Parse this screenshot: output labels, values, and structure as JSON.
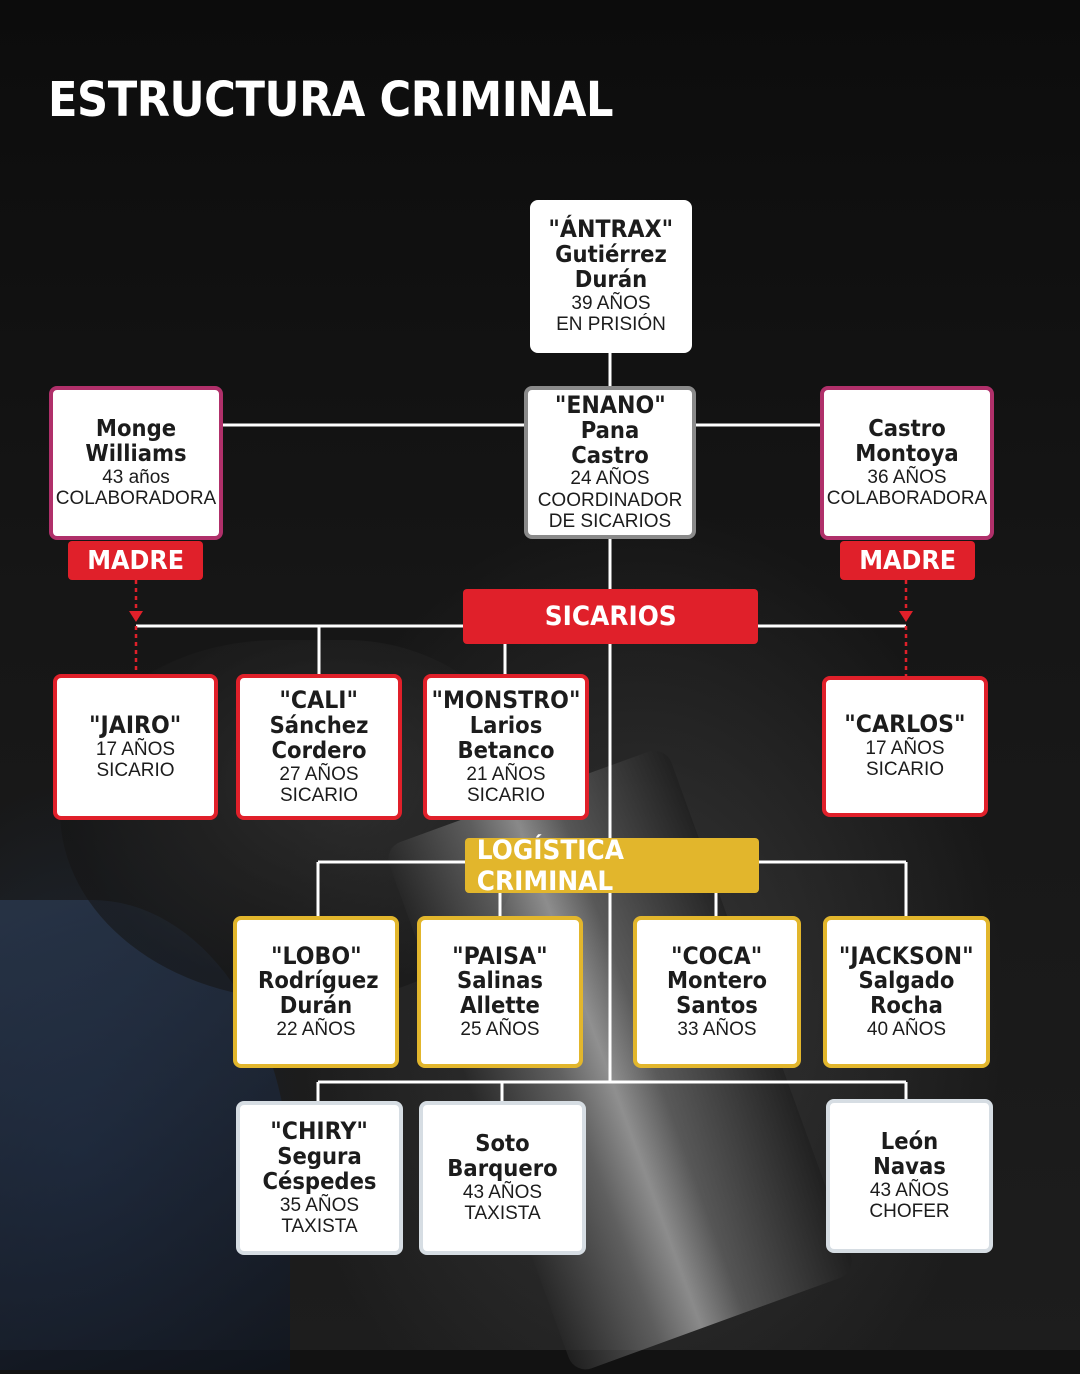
{
  "title": "ESTRUCTURA CRIMINAL",
  "leader": {
    "alias": "\"ÁNTRAX\"",
    "name": "Gutiérrez Durán",
    "details": [
      "39 AÑOS",
      "EN PRISIÓN"
    ]
  },
  "coordinator": {
    "alias": "\"ENANO\"",
    "name": "Pana Castro",
    "details": [
      "24 AÑOS",
      "COORDINADOR",
      "DE SICARIOS"
    ]
  },
  "collaborators": [
    {
      "name": "Monge Williams",
      "details": [
        "43 años",
        "COLABORADORA"
      ],
      "badge": "MADRE"
    },
    {
      "name": "Castro Montoya",
      "details": [
        "36 AÑOS",
        "COLABORADORA"
      ],
      "badge": "MADRE"
    }
  ],
  "sections": {
    "sicarios": "SICARIOS",
    "logistica": "LOGÍSTICA CRIMINAL"
  },
  "sicarios": [
    {
      "alias": "\"JAIRO\"",
      "name": "",
      "details": [
        "17 AÑOS",
        "SICARIO"
      ]
    },
    {
      "alias": "\"CALI\"",
      "name": "Sánchez Cordero",
      "details": [
        "27 AÑOS",
        "SICARIO"
      ]
    },
    {
      "alias": "\"MONSTRO\"",
      "name": "Larios Betanco",
      "details": [
        "21 AÑOS",
        "SICARIO"
      ]
    },
    {
      "alias": "\"CARLOS\"",
      "name": "",
      "details": [
        "17 AÑOS",
        "SICARIO"
      ]
    }
  ],
  "logistica": [
    {
      "alias": "\"LOBO\"",
      "name": "Rodríguez Durán",
      "details": [
        "22 AÑOS"
      ]
    },
    {
      "alias": "\"PAISA\"",
      "name": "Salinas Allette",
      "details": [
        "25 AÑOS"
      ]
    },
    {
      "alias": "\"COCA\"",
      "name": "Montero Santos",
      "details": [
        "33 AÑOS"
      ]
    },
    {
      "alias": "\"JACKSON\"",
      "name": "Salgado Rocha",
      "details": [
        "40 AÑOS"
      ]
    }
  ],
  "drivers": [
    {
      "alias": "\"CHIRY\"",
      "name": "Segura Céspedes",
      "details": [
        "35 AÑOS",
        "TAXISTA"
      ]
    },
    {
      "alias": "",
      "name": "Soto Barquero",
      "details": [
        "43 AÑOS",
        "TAXISTA"
      ]
    },
    {
      "alias": "",
      "name": "León Navas",
      "details": [
        "43 AÑOS",
        "CHOFER"
      ]
    }
  ],
  "colors": {
    "red": "#e0202a",
    "yellow": "#e2b62c",
    "pink": "#b0306a",
    "gray": "#8a8a8a",
    "light": "#d6dde3",
    "line": "#ffffff"
  }
}
